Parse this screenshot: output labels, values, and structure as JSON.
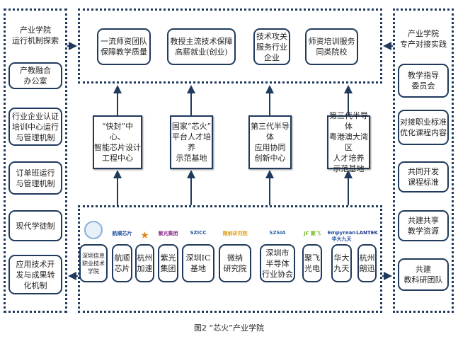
{
  "left": {
    "title": "产业学院\n运行机制探索",
    "items": [
      "产教融合\n办公室",
      "行业企业认证\n培训中心运行\n与管理机制",
      "订单班运行\n与管理机制",
      "现代学徒制",
      "应用技术开\n发与成果转\n化机制"
    ]
  },
  "right": {
    "title": "产业学院\n专产对接实践",
    "items": [
      "教学指导\n委员会",
      "对接职业标准\n优化课程内容",
      "共同开发\n课程标准",
      "共建共享\n教学资源",
      "共建\n教科研团队"
    ]
  },
  "goals": [
    "一流师资团队\n保障教学质量",
    "教授主流技术保障\n高薪就业(创业)",
    "技术攻关\n服务行业\n企业",
    "师资培训服务\n同类院校"
  ],
  "platforms": [
    "“快封”中心、\n智能芯片设计\n工程中心",
    "国家“芯火”\n平台人才培养\n示范基地",
    "第三代半导体\n应用协同\n创新中心",
    "第三代半导体\n粤港澳大湾区\n人才培养\n示范基地"
  ],
  "partners": [
    {
      "logo": "",
      "name": "深圳信息\n职业技术\n学院",
      "color": "#3a7bbf"
    },
    {
      "logo": "航顺芯片",
      "name": "航顺\n芯片",
      "color": "#1f4e9a"
    },
    {
      "logo": "",
      "name": "杭州\n加速",
      "color": "#e08a1e"
    },
    {
      "logo": "紫光集团",
      "name": "紫光\n集团",
      "color": "#8a2a8a"
    },
    {
      "logo": "SZICC",
      "name": "深圳IC\n基地",
      "color": "#2a5a9a"
    },
    {
      "logo": "微纳研究院",
      "name": "微纳\n研究院",
      "color": "#e0a020"
    },
    {
      "logo": "SZSIA",
      "name": "深圳市\n半导体\n行业协会",
      "color": "#2a6aaa"
    },
    {
      "logo": "JF 聚飞",
      "name": "聚飞\n光电",
      "color": "#7ab82a"
    },
    {
      "logo": "Empyrean 华大九天",
      "name": "华大\n九天",
      "color": "#1f4e9a"
    },
    {
      "logo": "LANTEK",
      "name": "杭州\n朗迅",
      "color": "#1f3a8a"
    }
  ],
  "caption": "图2  “芯火”产业学院",
  "colors": {
    "border": "#1f3a5c"
  }
}
